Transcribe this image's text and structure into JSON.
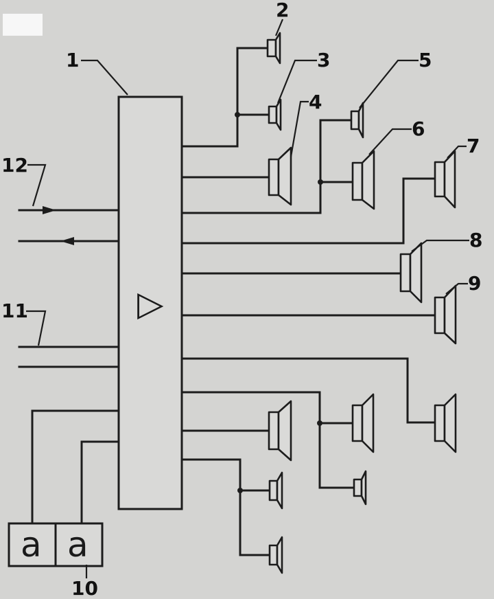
{
  "labels": {
    "amplifier": "1",
    "speaker_2": "2",
    "speaker_3": "3",
    "speaker_4": "4",
    "speaker_5": "5",
    "speaker_6": "6",
    "speaker_7": "7",
    "speaker_8": "8",
    "speaker_9": "9",
    "control_unit": "10",
    "input_11": "11",
    "input_12": "12"
  },
  "amplifier_symbol": "▷",
  "control_unit_channels": [
    "a",
    "a"
  ],
  "colors": {
    "background": "#d4d4d2",
    "ink": "#1c1c1c"
  }
}
